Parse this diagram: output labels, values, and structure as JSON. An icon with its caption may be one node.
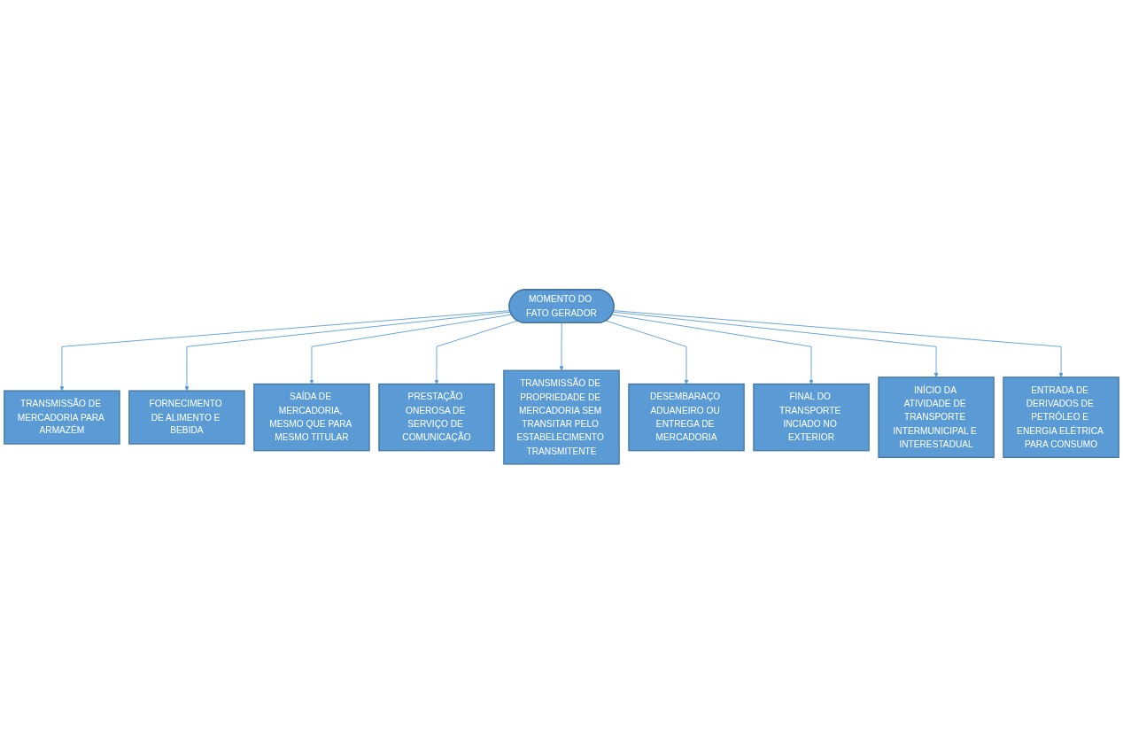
{
  "diagram": {
    "nodes": [
      {
        "text": [
          "MOMENTO DO FATO GERADOR"
        ]
      },
      {
        "text": [
          "SAÍDA DE MERCADORIA, MESMO QUE PARA MESMO TITULAR"
        ]
      },
      {
        "text": [
          "TRANSMISSÃO DE MERCADORIA PARA ARMAZÉM"
        ]
      },
      {
        "text": [
          "FORNECIMENTO DE ALIMENTO E BEBIDA"
        ]
      },
      {
        "text": [
          "PRESTAÇÃO ONEROSA DE SERVIÇO DE COMUNICAÇÃO"
        ]
      },
      {
        "text": [
          "TRANSMISSÃO DE PROPRIEDADE DE MERCADORIA SEM TRANSITAR PELO ESTABELECIMENTO TRANSMITENTE"
        ]
      },
      {
        "text": [
          "DESEMBARAÇO ADUANEIRO OU ENTREGA DE MERCADORIA"
        ]
      },
      {
        "text": [
          "ENTRADA DE DERIVADOS DE PETRÓLEO E ENERGIA ELÉTRICA PARA CONSUMO"
        ]
      },
      {
        "text": [
          "FINAL DO TRANSPORTE INCIADO NO EXTERIOR"
        ]
      },
      {
        "text": [
          "INÍCIO DA ATIVIDADE DE TRANSPORTE INTERMUNICIPAL E INTERESTADUAL"
        ]
      }
    ],
    "edges": [
      {
        "from": 0,
        "to": 2,
        "arrow": "to"
      },
      {
        "from": 0,
        "to": 3,
        "arrow": "to"
      },
      {
        "from": 0,
        "to": 1,
        "arrow": "to"
      },
      {
        "from": 0,
        "to": 4,
        "arrow": "to"
      },
      {
        "from": 0,
        "to": 5,
        "arrow": "to"
      },
      {
        "from": 0,
        "to": 6,
        "arrow": "to"
      },
      {
        "from": 0,
        "to": 8,
        "arrow": "to"
      },
      {
        "from": 0,
        "to": 9,
        "arrow": "to"
      },
      {
        "from": 0,
        "to": 7,
        "arrow": "to"
      }
    ]
  }
}
